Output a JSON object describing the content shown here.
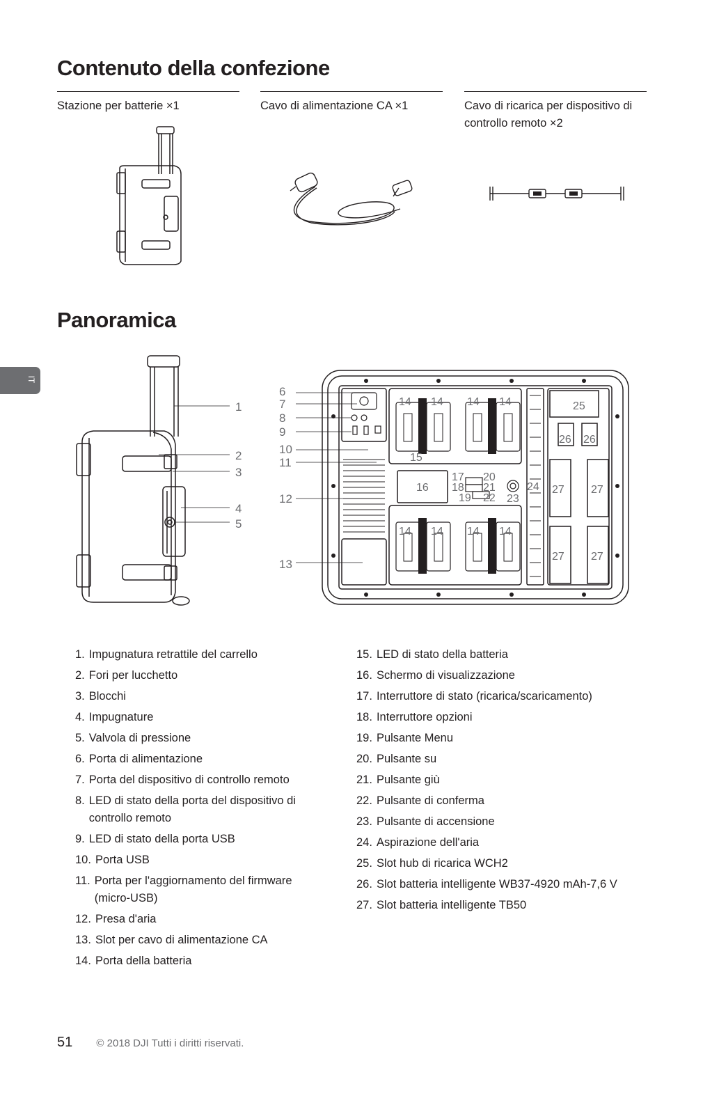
{
  "contents": {
    "title": "Contenuto della confezione",
    "items": [
      {
        "label": "Stazione per batterie ×1"
      },
      {
        "label": "Cavo di alimentazione CA ×1"
      },
      {
        "label": "Cavo di ricarica per dispositivo di controllo remoto ×2"
      }
    ]
  },
  "overview": {
    "title": "Panoramica",
    "callouts_left": [
      "1",
      "2",
      "3",
      "4",
      "5"
    ],
    "callouts_right": [
      "6",
      "7",
      "8",
      "9",
      "10",
      "11",
      "12",
      "13"
    ],
    "panel_labels": {
      "n14": "14",
      "n15": "15",
      "n16": "16",
      "n17": "17",
      "n18": "18",
      "n19": "19",
      "n20": "20",
      "n21": "21",
      "n22": "22",
      "n23": "23",
      "n24": "24",
      "n25": "25",
      "n26": "26",
      "n27": "27"
    }
  },
  "side_tab": "IT",
  "legend_left": [
    {
      "num": "1.",
      "text": "Impugnatura retrattile del carrello"
    },
    {
      "num": "2.",
      "text": "Fori per lucchetto"
    },
    {
      "num": "3.",
      "text": "Blocchi"
    },
    {
      "num": "4.",
      "text": "Impugnature"
    },
    {
      "num": "5.",
      "text": "Valvola di pressione"
    },
    {
      "num": "6.",
      "text": "Porta di alimentazione"
    },
    {
      "num": "7.",
      "text": "Porta del dispositivo di controllo remoto"
    },
    {
      "num": "8.",
      "text": "LED di stato della porta del dispositivo di controllo remoto"
    },
    {
      "num": "9.",
      "text": "LED di stato della porta USB"
    },
    {
      "num": "10.",
      "text": "Porta USB"
    },
    {
      "num": "11.",
      "text": "Porta per l'aggiornamento del firmware (micro-USB)"
    },
    {
      "num": "12.",
      "text": "Presa d'aria"
    },
    {
      "num": "13.",
      "text": "Slot per cavo di alimentazione CA"
    },
    {
      "num": "14.",
      "text": "Porta della batteria"
    }
  ],
  "legend_right": [
    {
      "num": "15.",
      "text": "LED di stato della batteria"
    },
    {
      "num": "16.",
      "text": "Schermo di visualizzazione"
    },
    {
      "num": "17.",
      "text": "Interruttore di stato (ricarica/scaricamento)"
    },
    {
      "num": "18.",
      "text": "Interruttore opzioni"
    },
    {
      "num": "19.",
      "text": "Pulsante Menu"
    },
    {
      "num": "20.",
      "text": "Pulsante su"
    },
    {
      "num": "21.",
      "text": "Pulsante giù"
    },
    {
      "num": "22.",
      "text": "Pulsante di conferma"
    },
    {
      "num": "23.",
      "text": "Pulsante di accensione"
    },
    {
      "num": "24.",
      "text": "Aspirazione dell'aria"
    },
    {
      "num": "25.",
      "text": "Slot hub di ricarica WCH2"
    },
    {
      "num": "26.",
      "text": "Slot batteria intelligente WB37-4920 mAh-7,6 V"
    },
    {
      "num": "27.",
      "text": "Slot batteria intelligente TB50"
    }
  ],
  "footer": {
    "page_number": "51",
    "copyright": "© 2018  DJI Tutti i diritti riservati."
  }
}
